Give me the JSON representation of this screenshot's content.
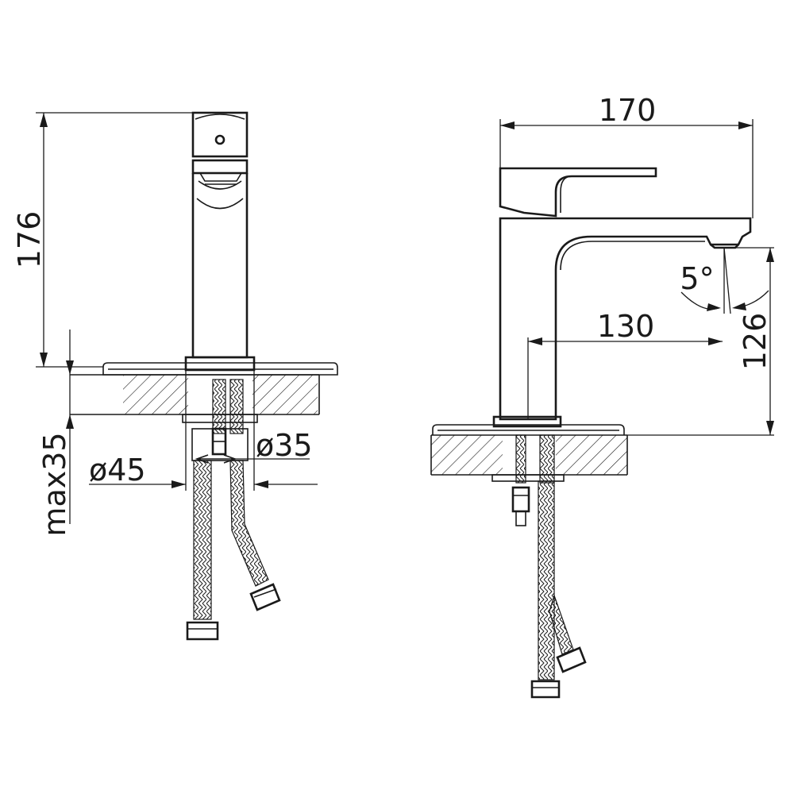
{
  "drawing": {
    "front_view": {
      "height_label": "176",
      "max_thickness_label": "max35",
      "hole_diameter_label": "ø45",
      "base_diameter_label": "ø35"
    },
    "side_view": {
      "length_label": "170",
      "reach_label": "130",
      "spout_height_label": "126",
      "angle_label": "5°"
    }
  },
  "colors": {
    "ink": "#1a1a1a",
    "background": "#ffffff"
  }
}
